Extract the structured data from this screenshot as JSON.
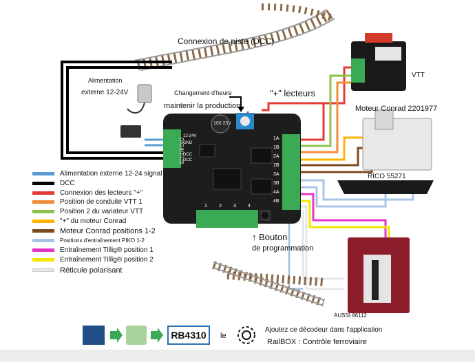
{
  "labels": {
    "track": "Connexion de piste (DCC)",
    "power_line1": "Alimentation",
    "power_line2": "externe 12-24V",
    "shift_change": "Changement d'heure",
    "maintain": "maintenir la production",
    "plus_readers": "\"+\" lecteurs",
    "vtt": "VTT",
    "conrad": "Moteur Conrad 2201977",
    "rico": "RICO 55271",
    "button": "↑ Bouton",
    "programming": "de programmation",
    "aussi": "AUSSI 86112",
    "rb_model": "RB4310",
    "le": "le",
    "decoder_note": "Ajoutez ce décodeur dans l'application",
    "railbox": "RailBOX : Contrôle ferroviaire"
  },
  "board": {
    "left_terminals": [
      "DCC",
      "DCC",
      "GND",
      "12-24V"
    ],
    "right_terminals": [
      "1A",
      "1B",
      "2A",
      "2B",
      "3A",
      "3B",
      "4A",
      "4B"
    ],
    "bottom_terminals": [
      "1",
      "2",
      "3",
      "4"
    ],
    "brand": "DIGIKEIJS",
    "capacitor": "100 25V"
  },
  "legend": [
    {
      "color": "#5b9bd5",
      "text": "Alimentation externe 12-24 signal"
    },
    {
      "color": "#000000",
      "text": "DCC"
    },
    {
      "color": "#e53935",
      "text": "Connexion des lecteurs \"+\""
    },
    {
      "color": "#f28c38",
      "text": "Position de conduite VTT 1"
    },
    {
      "color": "#8bc34a",
      "text": "Position 2 du variateur VTT"
    },
    {
      "color": "#ffb300",
      "text": "\"+\" du moteur Conrad"
    },
    {
      "color": "#7b4a1e",
      "text": "Moteur Conrad positions 1-2"
    },
    {
      "color": "#a9c4e8",
      "text": "Positions d'entraînement PIKO 1-2"
    },
    {
      "color": "#e535c8",
      "text": "Entraînement Tillig® position 1"
    },
    {
      "color": "#f0e800",
      "text": "Entraînement Tillig® position 2"
    },
    {
      "color": "#e6e6e6",
      "text": "Réticule polarisant"
    }
  ],
  "colors": {
    "board": "#1d1d1d",
    "terminal": "#3aaa55",
    "tillig": "#8b1e2a",
    "track_tie": "#8a6a45",
    "rail": "#9a9a9a"
  }
}
